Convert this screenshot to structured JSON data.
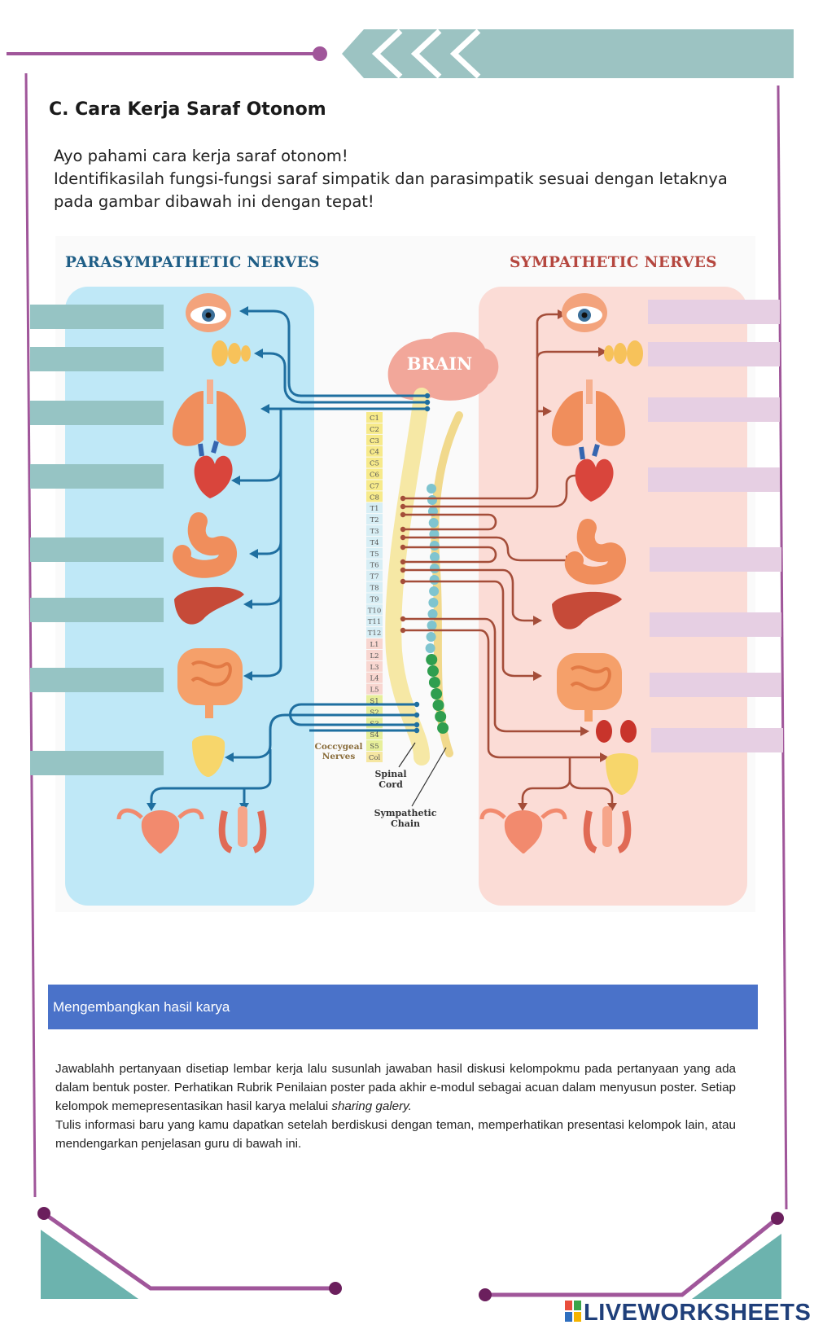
{
  "section": {
    "title": "C. Cara Kerja Saraf Otonom"
  },
  "intro": {
    "line1": "Ayo pahami cara kerja saraf otonom!",
    "line2": "Identifikasilah fungsi-fungsi saraf simpatik dan parasimpatik sesuai dengan letaknya pada gambar dibawah ini dengan tepat!"
  },
  "diagram": {
    "left_heading": "PARASYMPATHETIC NERVES",
    "right_heading": "SYMPATHETIC NERVES",
    "brain_label": "BRAIN",
    "vertebrae": [
      "C1",
      "C2",
      "C3",
      "C4",
      "C5",
      "C6",
      "C7",
      "C8",
      "T1",
      "T2",
      "T3",
      "T4",
      "T5",
      "T6",
      "T7",
      "T8",
      "T9",
      "T10",
      "T11",
      "T12",
      "L1",
      "L2",
      "L3",
      "L4",
      "L5",
      "S1",
      "S2",
      "S3",
      "S4",
      "S5",
      "Col"
    ],
    "coccygeal_label": [
      "Coccygeal",
      "Nerves"
    ],
    "spinal_cord_label": [
      "Spinal",
      "Cord"
    ],
    "sympathetic_chain_label": [
      "Sympathetic",
      "Chain"
    ],
    "colors": {
      "para_panel": "#bfe8f7",
      "symp_panel": "#fbdcd6",
      "para_nerve": "#1f6fa0",
      "symp_nerve": "#a44d39",
      "spine": "#f6e8a5"
    }
  },
  "answers": {
    "parasympathetic": [
      "",
      "",
      "",
      "",
      "",
      "",
      "",
      ""
    ],
    "sympathetic": [
      "",
      "",
      "",
      "",
      "",
      "",
      "",
      ""
    ]
  },
  "banner": {
    "label": "Mengembangkan hasil karya"
  },
  "instructions": {
    "p1_before": "Jawablahh pertanyaan disetiap lembar kerja lalu susunlah jawaban hasil diskusi kelompokmu pada pertanyaan yang ada dalam bentuk poster. Perhatikan Rubrik Penilaian poster pada akhir e-modul sebagai acuan dalam menyusun poster. Setiap kelompok memepresentasikan hasil karya melalui ",
    "p1_italic": "sharing galery.",
    "p2": "Tulis informasi baru yang kamu dapatkan setelah berdiskusi dengan teman, memperhatikan presentasi kelompok lain, atau mendengarkan penjelasan guru di bawah ini."
  },
  "footer": {
    "brand": "LIVEWORKSHEETS",
    "badge_icon": "liveworksheets-logo-icon"
  }
}
